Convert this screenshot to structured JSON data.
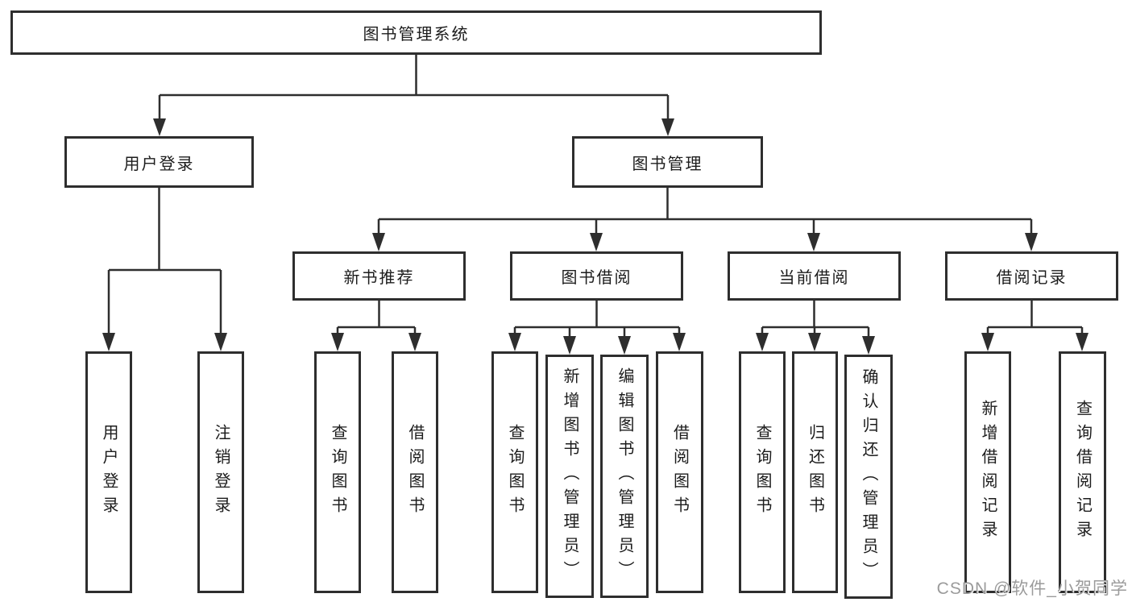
{
  "diagram": {
    "root": {
      "label": "图书管理系统"
    },
    "level2": [
      {
        "label": "用户登录",
        "children": [
          {
            "label": "用户登录"
          },
          {
            "label": "注销登录"
          }
        ]
      },
      {
        "label": "图书管理",
        "children": [
          {
            "label": "新书推荐",
            "children": [
              {
                "label": "查询图书"
              },
              {
                "label": "借阅图书"
              }
            ]
          },
          {
            "label": "图书借阅",
            "children": [
              {
                "label": "查询图书"
              },
              {
                "label": "新增图书（管理员）"
              },
              {
                "label": "编辑图书（管理员）"
              },
              {
                "label": "借阅图书"
              }
            ]
          },
          {
            "label": "当前借阅",
            "children": [
              {
                "label": "查询图书"
              },
              {
                "label": "归还图书"
              },
              {
                "label": "确认归还（管理员）"
              }
            ]
          },
          {
            "label": "借阅记录",
            "children": [
              {
                "label": "新增借阅记录"
              },
              {
                "label": "查询借阅记录"
              }
            ]
          }
        ]
      }
    ]
  },
  "watermark": {
    "text": "CSDN @软件_小贺同学"
  },
  "colors": {
    "line": "#2e2e2e",
    "box_border": "#2e2e2e",
    "background": "#ffffff",
    "text": "#1c1c1c",
    "watermark": "#9b9b9b"
  }
}
